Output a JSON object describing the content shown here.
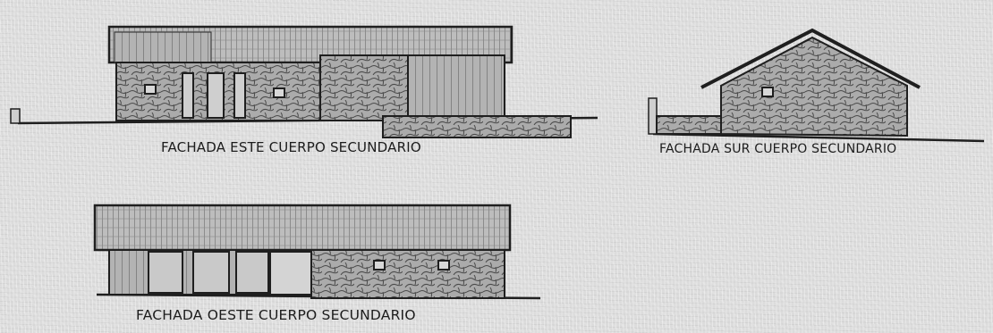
{
  "drawing": {
    "background_color": "#dcdcdc",
    "line_color": "#1f1f1f",
    "stone_fill": "#a9a9a9",
    "roof_fill": "#b9b9b9"
  },
  "elevations": {
    "east": {
      "caption": "FACHADA ESTE CUERPO SECUNDARIO"
    },
    "south": {
      "caption": "FACHADA SUR CUERPO SECUNDARIO"
    },
    "west": {
      "caption": "FACHADA OESTE CUERPO SECUNDARIO"
    }
  }
}
